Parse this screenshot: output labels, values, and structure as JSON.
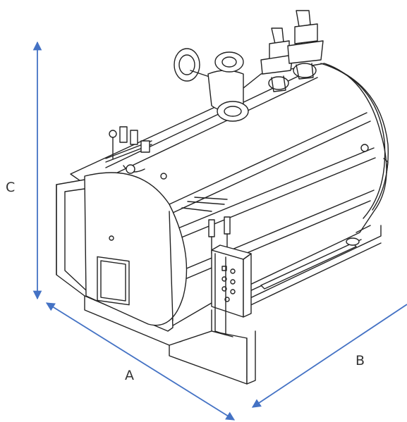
{
  "dimensions": {
    "a": {
      "label": "A"
    },
    "b": {
      "label": "B"
    },
    "c": {
      "label": "C"
    }
  },
  "colors": {
    "dimension_line": "#4472c4",
    "drawing_line": "#222222",
    "label_text": "#333333",
    "background": "#ffffff"
  }
}
